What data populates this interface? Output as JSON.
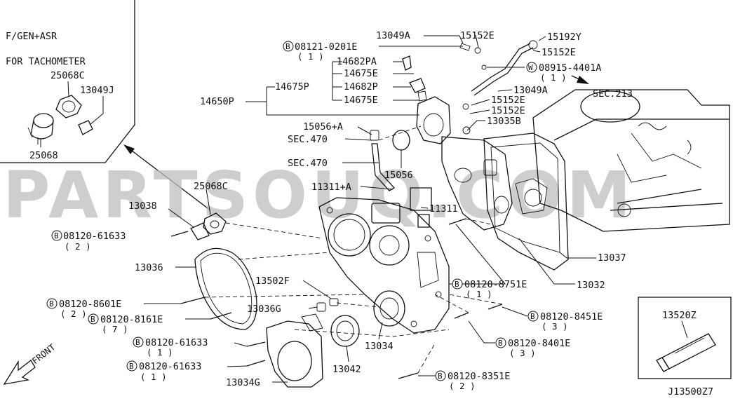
{
  "inset": {
    "title_line1": "F/GEN+ASR",
    "title_line2": "FOR TACHOMETER",
    "parts": [
      "25068C",
      "13049J",
      "25068"
    ]
  },
  "tube_box": {
    "part": "13520Z"
  },
  "diagram_code": "J13500Z7",
  "watermark": "PARTSOUQ.COM",
  "front_label": "FRONT",
  "section_refs": [
    "SEC.213",
    "SEC.470",
    "SEC.470"
  ],
  "labels": {
    "p13049a_top": "13049A",
    "p15152e_top": "15152E",
    "p15192y": "15192Y",
    "p15152e_b": "15152E",
    "bolt_0201": "08121-0201E",
    "bolt_0201_qty": "( 1 )",
    "p14682pa": "14682PA",
    "p14675e_a": "14675E",
    "p14675p": "14675P",
    "p14682p": "14682P",
    "p14675e_b": "14675E",
    "p14650p": "14650P",
    "washer_4401": "08915-4401A",
    "washer_4401_qty": "( 1 )",
    "p13049a_mid": "13049A",
    "p15152e_c": "15152E",
    "p15152e_d": "15152E",
    "p13035b": "13035B",
    "p15056a": "15056+A",
    "p15056": "15056",
    "p11311a": "11311+A",
    "p11311": "11311",
    "p25068c": "25068C",
    "p13038": "13038",
    "bolt_61633_a": "08120-61633",
    "bolt_61633_a_qty": "( 2 )",
    "p13036": "13036",
    "p13502f": "13502F",
    "p13036g": "13036G",
    "bolt_8601": "08120-8601E",
    "bolt_8601_qty": "( 2 )",
    "bolt_8161": "08120-8161E",
    "bolt_8161_qty": "( 7 )",
    "bolt_61633_b": "08120-61633",
    "bolt_61633_b_qty": "( 1 )",
    "bolt_61633_c": "08120-61633",
    "bolt_61633_c_qty": "( 1 )",
    "p13034g": "13034G",
    "p13042": "13042",
    "p13034": "13034",
    "bolt_8751": "08120-8751E",
    "bolt_8751_qty": "( 1 )",
    "p13032": "13032",
    "p13037": "13037",
    "bolt_8451": "08120-8451E",
    "bolt_8451_qty": "( 3 )",
    "bolt_8401": "08120-8401E",
    "bolt_8401_qty": "( 3 )",
    "bolt_8351": "08120-8351E",
    "bolt_8351_qty": "( 2 )"
  },
  "markers": {
    "bolt": "B",
    "washer": "W"
  }
}
